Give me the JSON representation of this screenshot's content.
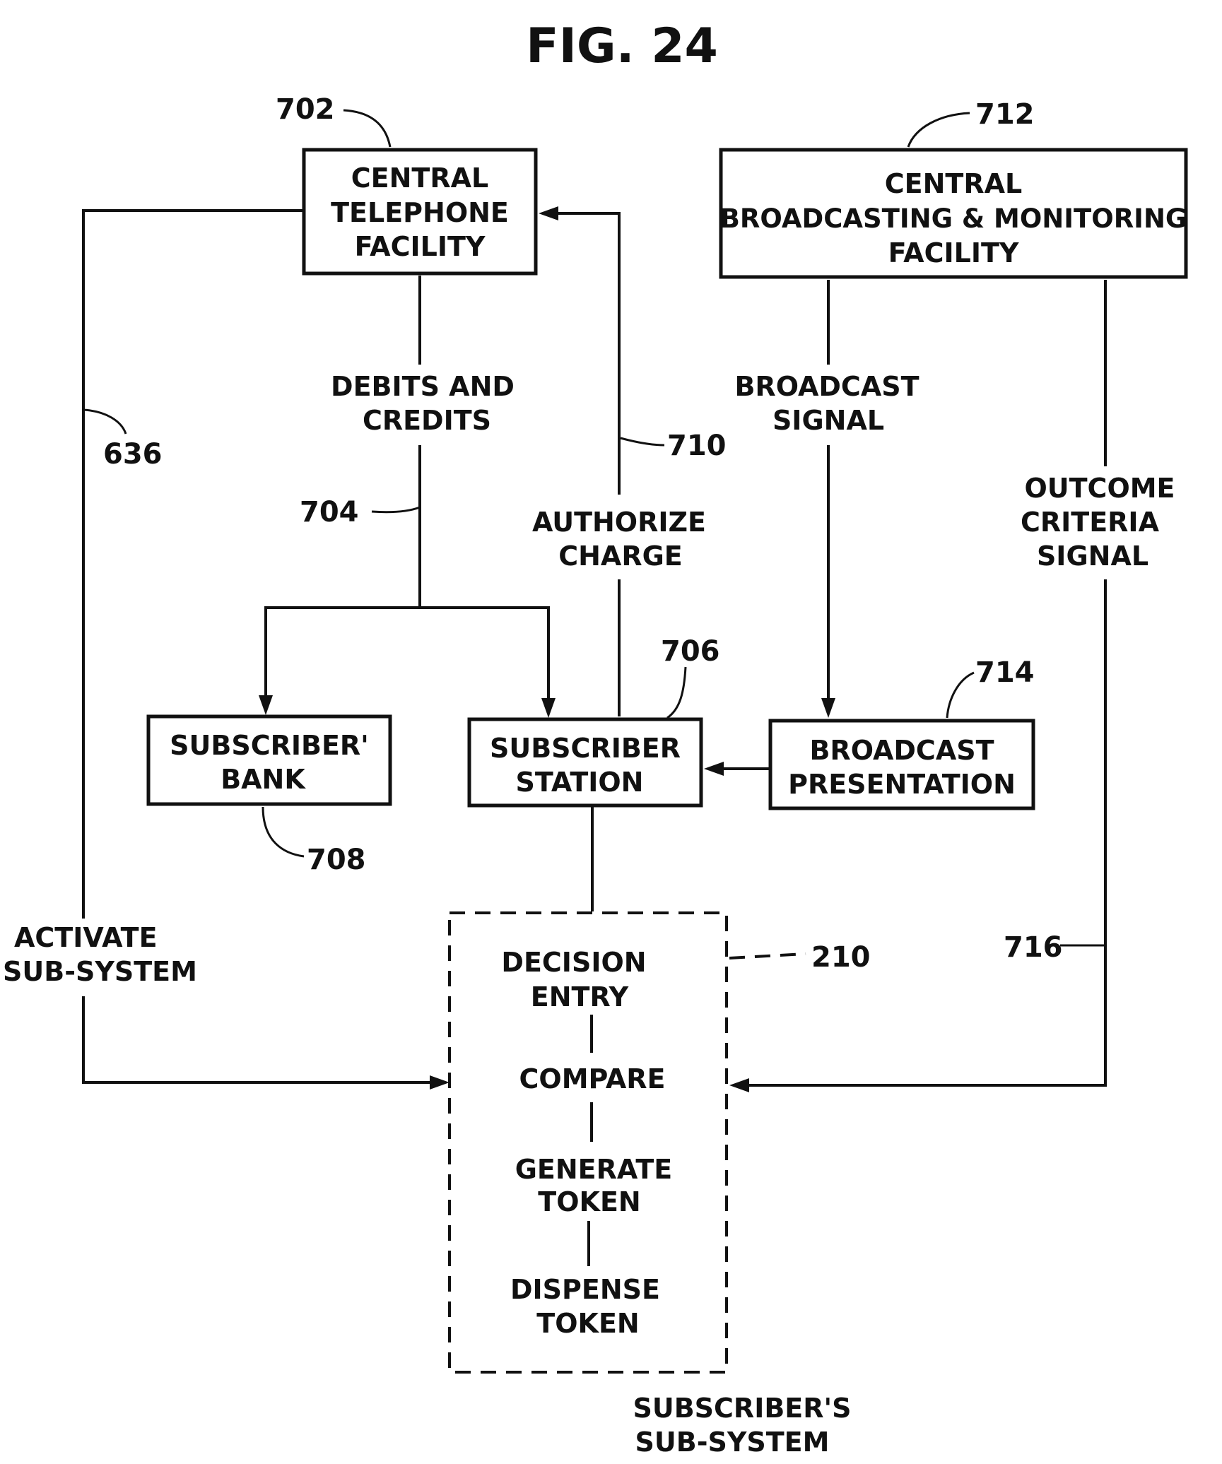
{
  "figure": {
    "title": "FIG. 24"
  },
  "blocks": {
    "central_telephone": {
      "lines": [
        "CENTRAL",
        "TELEPHONE",
        "FACILITY"
      ],
      "ref": "702"
    },
    "central_broadcasting": {
      "lines": [
        "CENTRAL",
        "BROADCASTING & MONITORING",
        "FACILITY"
      ],
      "ref": "712"
    },
    "subscriber_bank": {
      "lines": [
        "SUBSCRIBER'",
        "BANK"
      ],
      "ref": "708"
    },
    "subscriber_station": {
      "lines": [
        "SUBSCRIBER",
        "STATION"
      ],
      "ref": "706"
    },
    "broadcast_presentation": {
      "lines": [
        "BROADCAST",
        "PRESENTATION"
      ],
      "ref": "714"
    },
    "subsystem": {
      "ref": "210",
      "steps": [
        {
          "lines": [
            "DECISION",
            "ENTRY"
          ]
        },
        {
          "lines": [
            "COMPARE"
          ]
        },
        {
          "lines": [
            "GENERATE",
            "TOKEN"
          ]
        },
        {
          "lines": [
            "DISPENSE",
            "TOKEN"
          ]
        }
      ],
      "caption": [
        "SUBSCRIBER'S",
        "SUB-SYSTEM"
      ]
    }
  },
  "connections": {
    "debits_credits": {
      "lines": [
        "DEBITS AND",
        "CREDITS"
      ],
      "ref": "704"
    },
    "authorize_charge": {
      "lines": [
        "AUTHORIZE",
        "CHARGE"
      ],
      "ref": "710"
    },
    "broadcast_signal": {
      "lines": [
        "BROADCAST",
        "SIGNAL"
      ]
    },
    "outcome_criteria": {
      "lines": [
        "OUTCOME",
        "CRITERIA",
        "SIGNAL"
      ],
      "ref": "716"
    },
    "activate_subsystem": {
      "lines": [
        "ACTIVATE",
        "SUB-SYSTEM"
      ],
      "ref": "636"
    }
  }
}
